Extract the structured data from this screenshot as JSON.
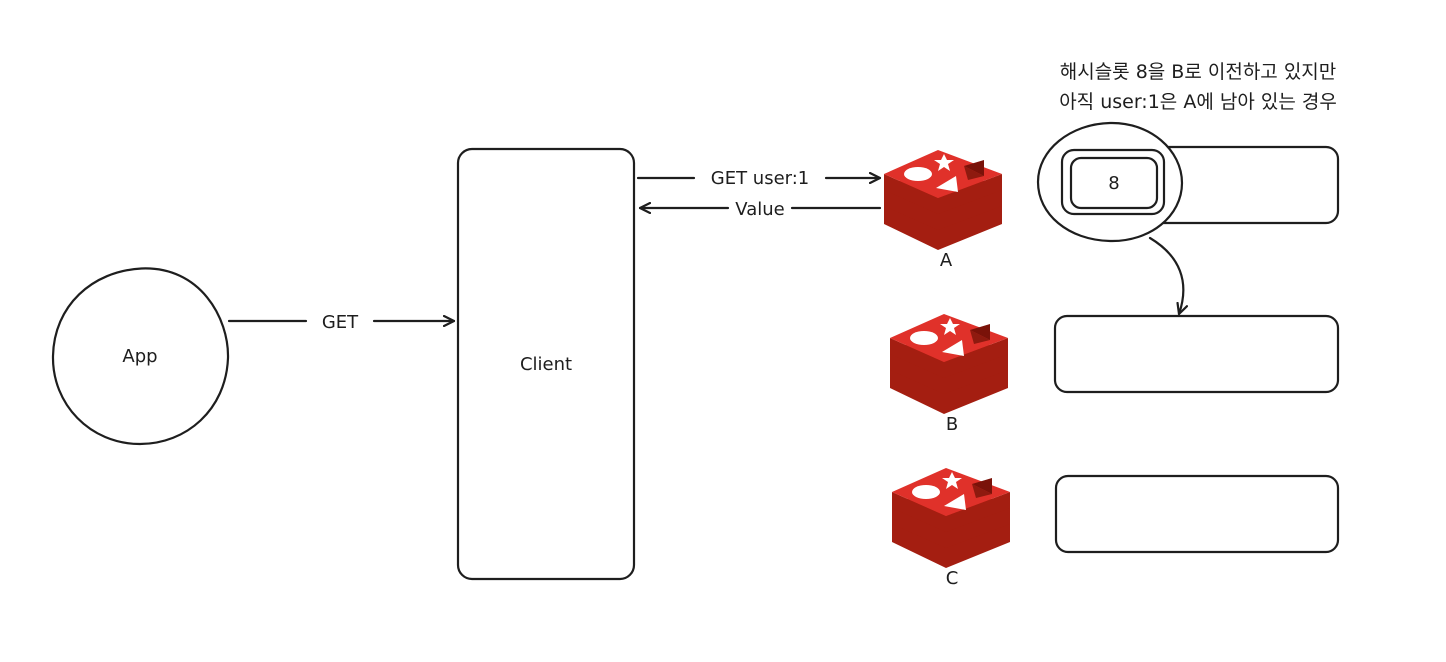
{
  "nodes": {
    "app": {
      "label": "App"
    },
    "client": {
      "label": "Client"
    },
    "redis_a": {
      "label": "A"
    },
    "redis_b": {
      "label": "B"
    },
    "redis_c": {
      "label": "C"
    },
    "slot": {
      "label": "8"
    }
  },
  "edges": {
    "app_to_client": "GET",
    "client_to_a": "GET user:1",
    "a_to_client": "Value"
  },
  "annotation": {
    "line1": "해시슬롯 8을 B로 이전하고 있지만",
    "line2": "아직 user:1은 A에 남아 있는 경우"
  },
  "icons": {
    "redis": "redis-logo-icon"
  },
  "colors": {
    "redis_top": "#e0312a",
    "redis_side": "#c6302b",
    "redis_dark": "#a41e11",
    "ink": "#1e1e1e"
  }
}
